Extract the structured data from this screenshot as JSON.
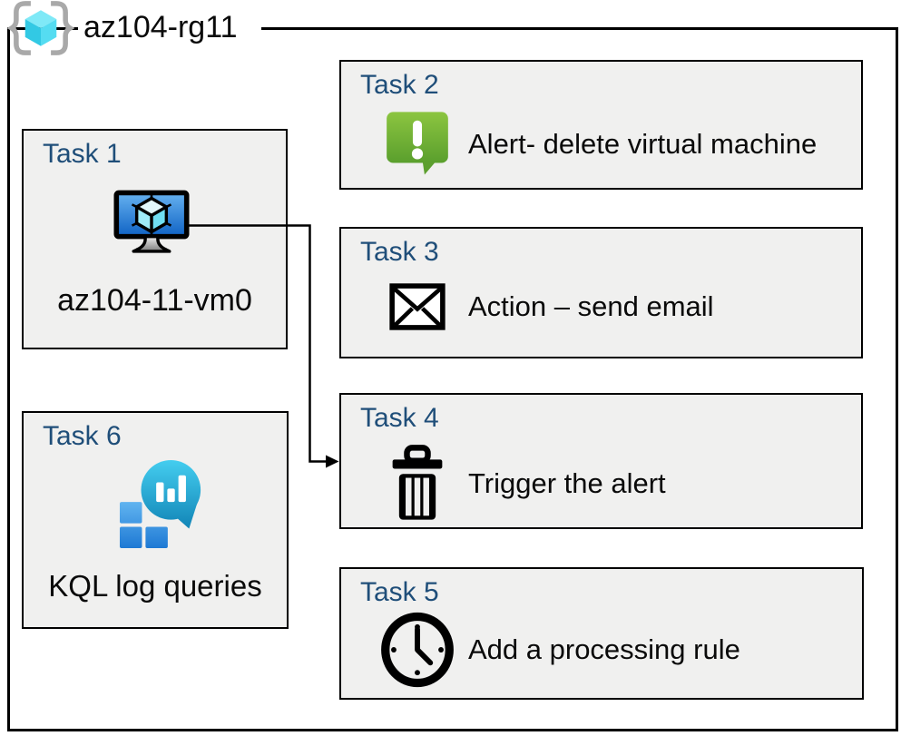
{
  "group": {
    "label": "az104-rg11",
    "icon": "resource-group-icon"
  },
  "tasks": [
    {
      "title": "Task 1",
      "label": "az104-11-vm0",
      "icon": "virtual-machine-icon"
    },
    {
      "title": "Task 2",
      "label": "Alert- delete virtual machine",
      "icon": "alert-icon"
    },
    {
      "title": "Task 3",
      "label": "Action – send email",
      "icon": "email-icon"
    },
    {
      "title": "Task 4",
      "label": "Trigger the alert",
      "icon": "trash-icon"
    },
    {
      "title": "Task 5",
      "label": "Add a processing rule",
      "icon": "clock-icon"
    },
    {
      "title": "Task 6",
      "label": "KQL log queries",
      "icon": "log-analytics-icon"
    }
  ],
  "connector": {
    "from": "Task 1",
    "to": "Task 4"
  },
  "colors": {
    "task_title": "#1F4E79",
    "box_fill": "#F0F0EF",
    "border": "#000000",
    "alert_green_top": "#8CC540",
    "alert_green_bottom": "#5A9F2D",
    "vm_screen_top": "#66B2F0",
    "vm_screen_bottom": "#0F62C4",
    "log_balloon_top": "#44CDEF",
    "log_balloon_bottom": "#1184B6",
    "log_square_top": "#61B4F0",
    "log_square_bottom": "#1E79D4",
    "cube_cyan": "#55DCF1",
    "bracket_gray": "#A9A9A9"
  }
}
